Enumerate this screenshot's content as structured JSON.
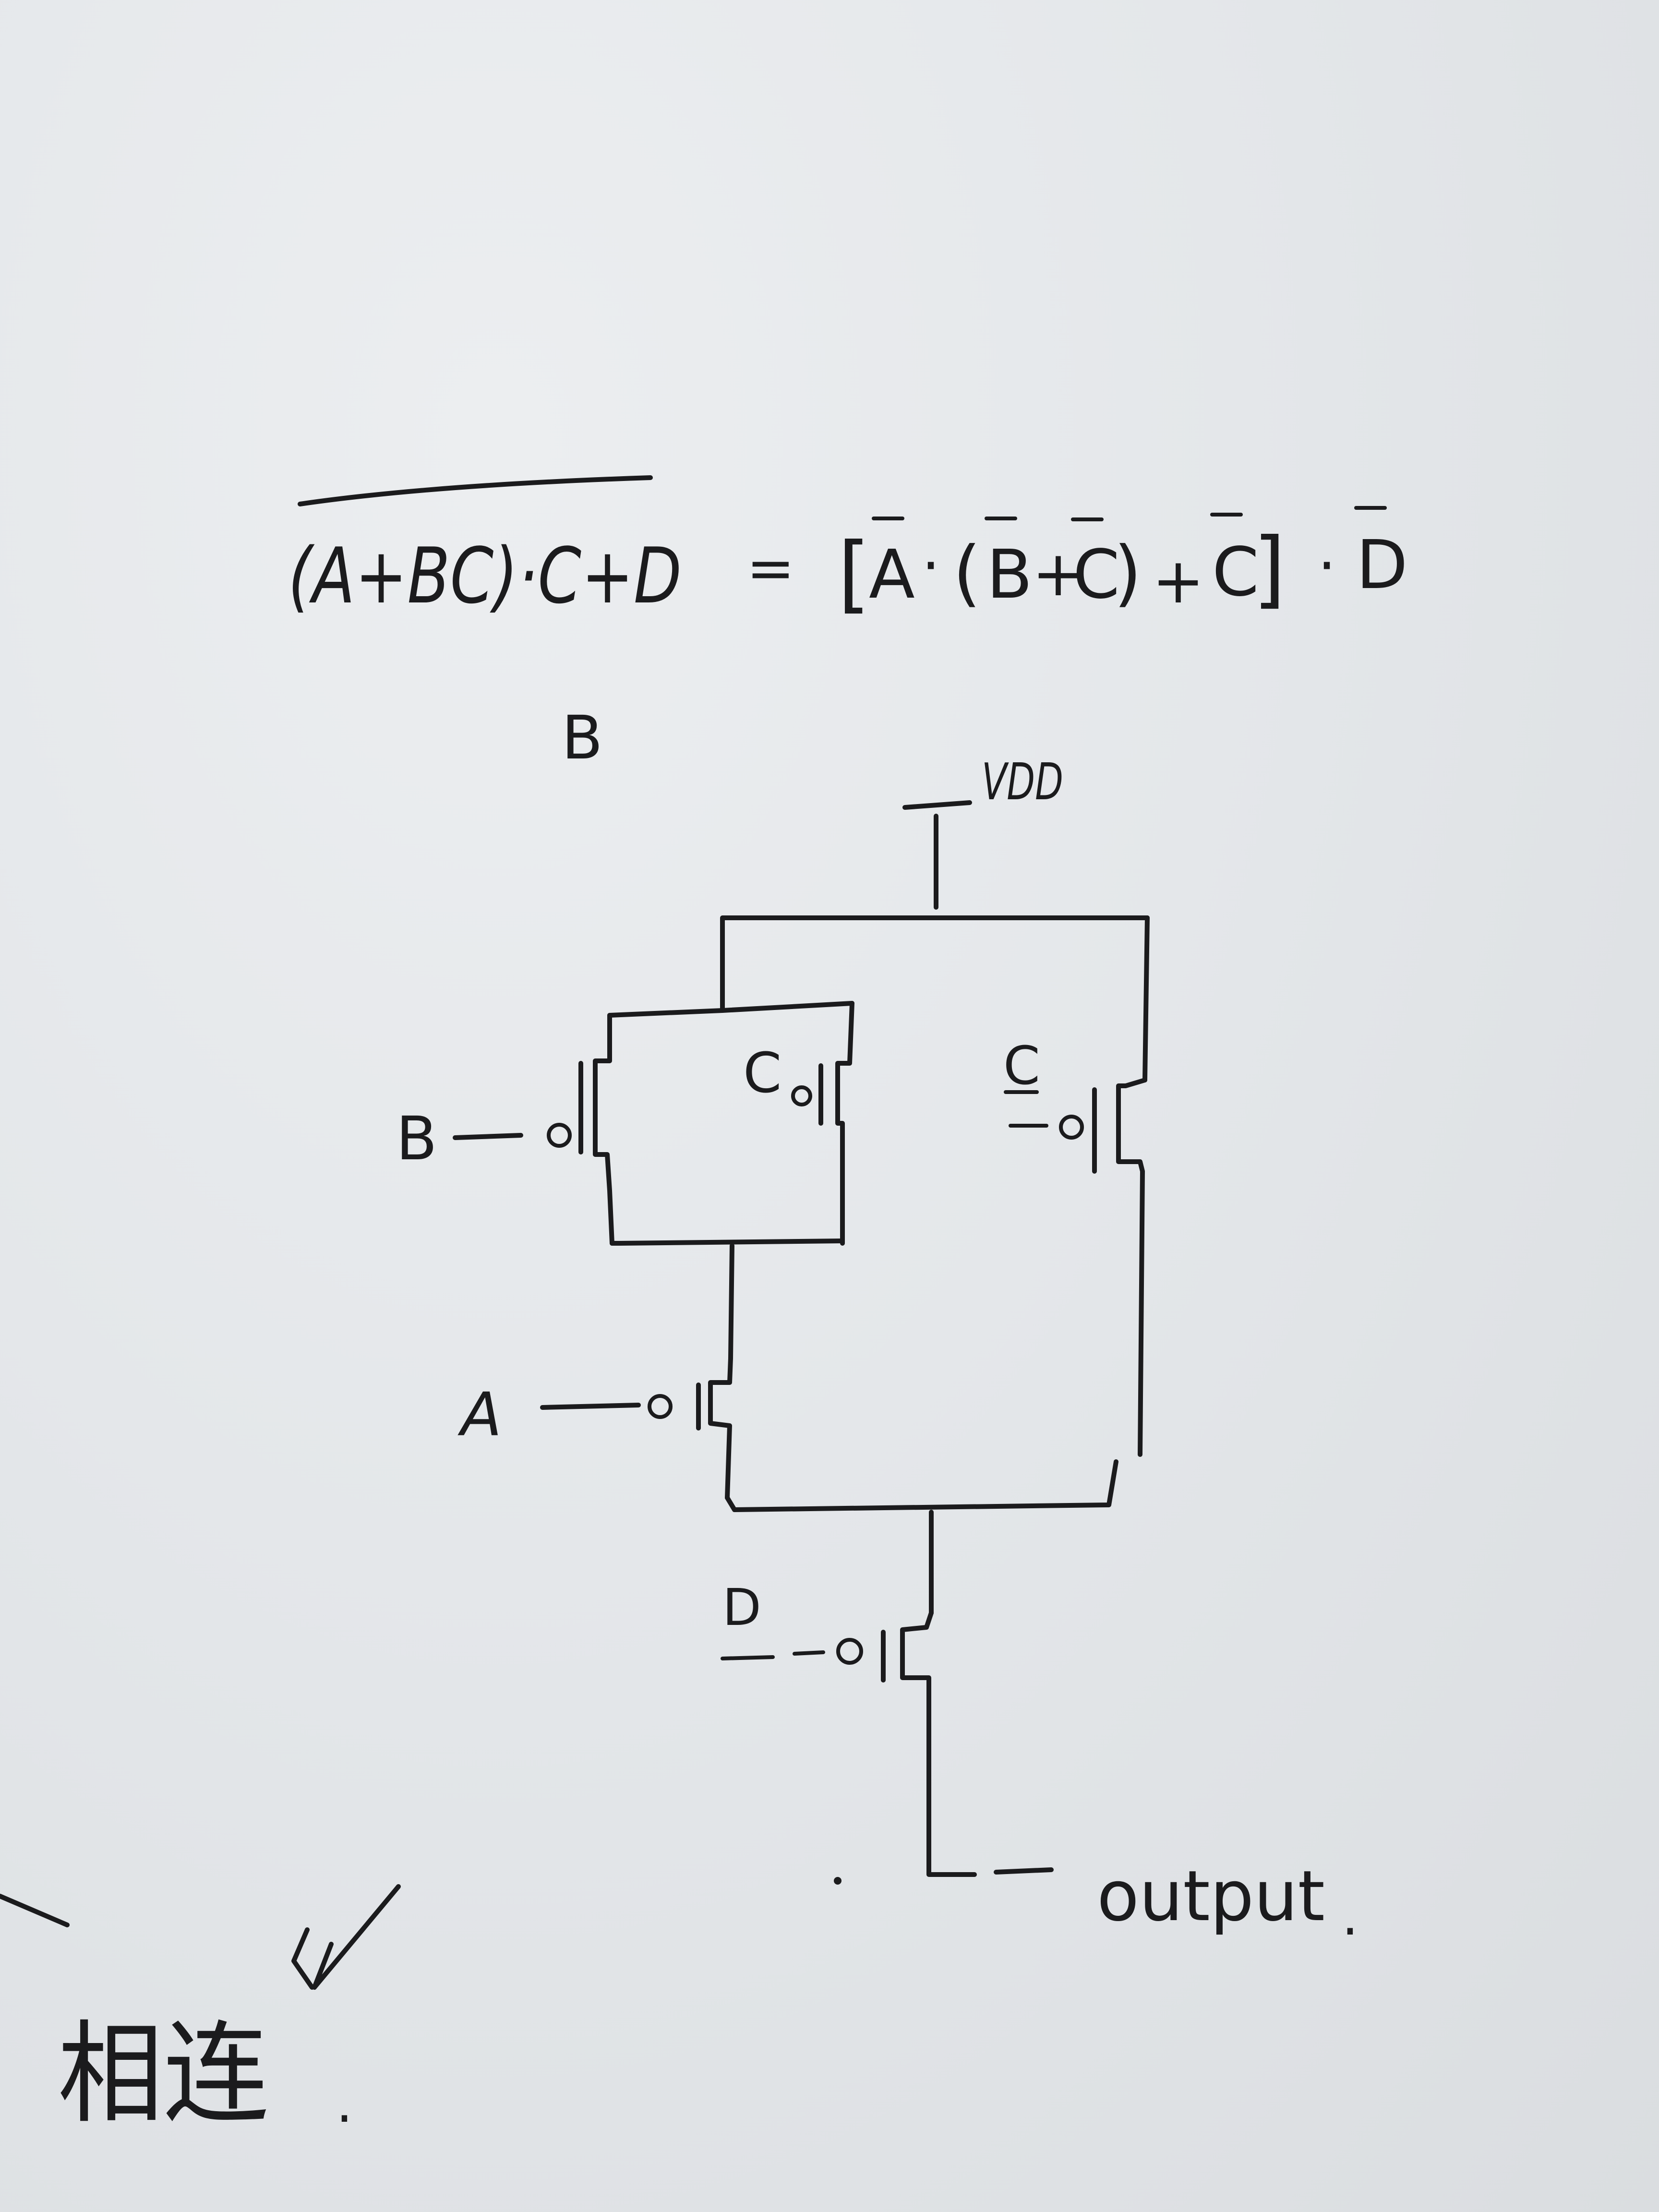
{
  "equation": {
    "lhs": "(A+BC)·C+D",
    "equals": "=",
    "rhs_open": "[",
    "rhs_a": "A",
    "rhs_dot1": "·",
    "rhs_paren_open": "(",
    "rhs_b": "B",
    "rhs_plus1": "+",
    "rhs_c1": "C",
    "rhs_paren_close": ")",
    "rhs_plus2": "+",
    "rhs_c2": "C",
    "rhs_close": "]",
    "rhs_dot2": "·",
    "rhs_d": "D"
  },
  "labels": {
    "floating_b": "B",
    "vdd": "VDD",
    "gate_b": "B",
    "gate_c_inner": "C",
    "gate_c_right": "C",
    "gate_a": "A",
    "gate_d": "D",
    "output": "output",
    "output_dot": "."
  },
  "notes": {
    "chinese_text": "相连",
    "chinese_dot": "."
  },
  "colors": {
    "ink": "#1b1b1d",
    "paper": "#e4e7ea"
  }
}
